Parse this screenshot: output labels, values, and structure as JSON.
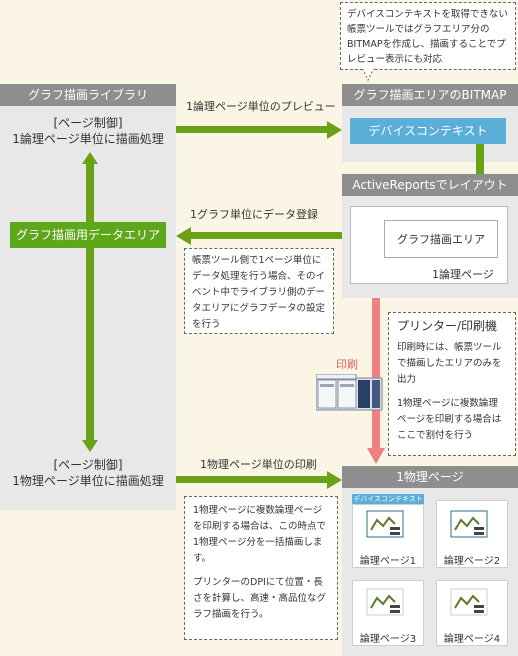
{
  "note_top": "デバイスコンテキストを取得できない帳票ツールではグラフエリア分のBITMAPを作成し、描画することでプレビュー表示にも対応",
  "left": {
    "header": "グラフ描画ライブラリ",
    "top_text_1": "[ページ制御]",
    "top_text_2": "1論理ページ単位に描画処理",
    "data_area": "グラフ描画用データエリア",
    "bottom_text_1": "[ページ制御]",
    "bottom_text_2": "1物理ページ単位に描画処理"
  },
  "arrows": {
    "preview": "1論理ページ単位のプレビュー",
    "register": "1グラフ単位にデータ登録",
    "print_label": "印刷",
    "physical_print": "1物理ページ単位の印刷"
  },
  "bitmap_panel": {
    "header": "グラフ描画エリアのBITMAP",
    "device_context": "デバイスコンテキスト"
  },
  "layout_panel": {
    "header": "ActiveReportsでレイアウト",
    "graph_area": "グラフ描画エリア",
    "logical_page": "1論理ページ"
  },
  "note_middle": "帳票ツール側で1ページ単位にデータ処理を行う場合、そのイベント中でライブラリ側のデータエリアにグラフデータの設定を行う",
  "printer_note": {
    "title": "プリンター/印刷機",
    "p1": "印刷時には、帳票ツールで描画したエリアのみを出力",
    "p2": "1物理ページに複数論理ページを印刷する場合はここで割付を行う"
  },
  "note_bottom": {
    "p1": "1物理ページに複数論理ページを印刷する場合は、この時点で1物理ページ分を一括描画します。",
    "p2": "プリンターのDPIにて位置・長さを計算し、高速・高品位なグラフ描画を行う。"
  },
  "physical_panel": {
    "header": "1物理ページ",
    "dc_label": "デバイスコンテキスト",
    "pages": [
      "論理ページ1",
      "論理ページ2",
      "論理ページ3",
      "論理ページ4"
    ]
  },
  "colors": {
    "green": "#5ea61a",
    "blue": "#5aaed8",
    "pink": "#f08080",
    "gray": "#8e8e8e"
  }
}
